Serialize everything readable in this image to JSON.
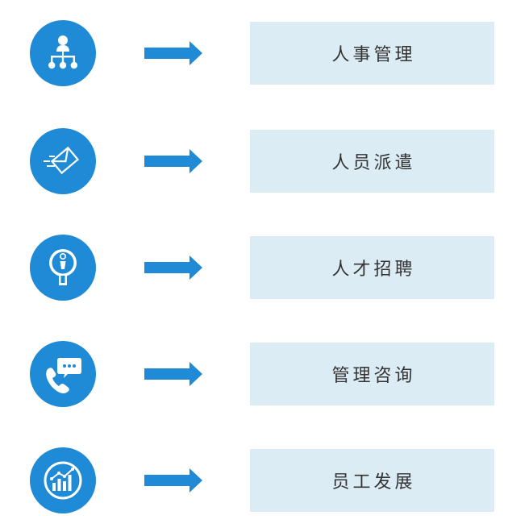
{
  "colors": {
    "accent": "#1f8ad6",
    "label_bg": "#dcecf5",
    "label_text": "#333333"
  },
  "items": [
    {
      "label": "人事管理",
      "icon": "org-chart-icon"
    },
    {
      "label": "人员派遣",
      "icon": "send-mail-icon"
    },
    {
      "label": "人才招聘",
      "icon": "recruit-person-icon"
    },
    {
      "label": "管理咨询",
      "icon": "phone-chat-icon"
    },
    {
      "label": "员工发展",
      "icon": "growth-chart-icon"
    }
  ]
}
